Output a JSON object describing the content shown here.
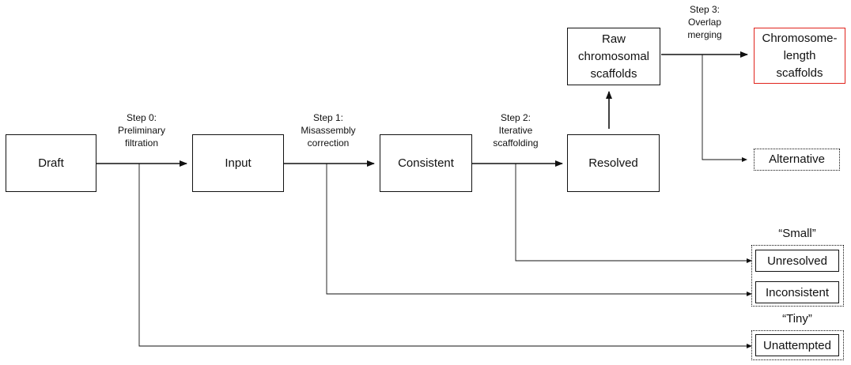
{
  "nodes": {
    "draft": "Draft",
    "input": "Input",
    "consistent": "Consistent",
    "resolved": "Resolved",
    "raw_line1": "Raw",
    "raw_line2": "chromosomal",
    "raw_line3": "scaffolds",
    "chrom_line1": "Chromosome-",
    "chrom_line2": "length",
    "chrom_line3": "scaffolds",
    "alternative": "Alternative",
    "unresolved": "Unresolved",
    "inconsistent": "Inconsistent",
    "unattempted": "Unattempted"
  },
  "steps": {
    "step0": [
      "Step 0:",
      "Preliminary",
      "filtration"
    ],
    "step1": [
      "Step 1:",
      "Misassembly",
      "correction"
    ],
    "step2": [
      "Step 2:",
      "Iterative",
      "scaffolding"
    ],
    "step3": [
      "Step 3:",
      "Overlap",
      "merging"
    ]
  },
  "groups": {
    "small": "“Small”",
    "tiny": "“Tiny”"
  },
  "colors": {
    "line": "#111111",
    "highlight": "#e0231c"
  }
}
